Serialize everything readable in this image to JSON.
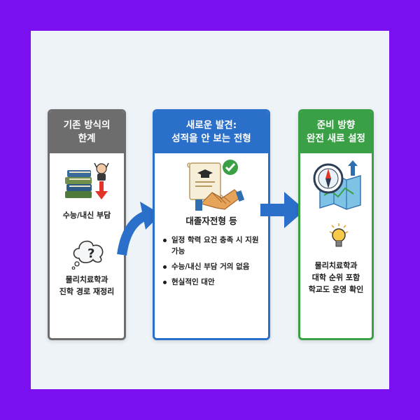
{
  "columns": [
    {
      "title_lines": [
        "기존 방식의",
        "한계"
      ],
      "color": "#6d6d6d",
      "items": [
        {
          "icon": "books-stress-icon",
          "label_lines": [
            "수능/내신 부담"
          ]
        },
        {
          "icon": "question-cloud-icon",
          "label_lines": [
            "물리치료학과",
            "진학 경로 재정리"
          ]
        }
      ]
    },
    {
      "title_lines": [
        "새로운 발견:",
        "성적을 안 보는 전형"
      ],
      "color": "#2a6fc9",
      "icon": "certificate-handshake-icon",
      "subtitle": "대졸자전형 등",
      "bullets": [
        "일정 학력 요건 충족 시 지원 가능",
        "수능/내신 부담 거의 없음",
        "현실적인 대안"
      ]
    },
    {
      "title_lines": [
        "준비 방향",
        "완전 새로 설정"
      ],
      "color": "#3aa046",
      "items": [
        {
          "icon": "compass-map-icon",
          "label_lines": []
        },
        {
          "icon": "lightbulb-icon",
          "label_lines": [
            "물리치료학과",
            "대학 순위 포함",
            "학교도 운영 확인"
          ]
        }
      ]
    }
  ],
  "arrow_color": "#2a6fc9"
}
